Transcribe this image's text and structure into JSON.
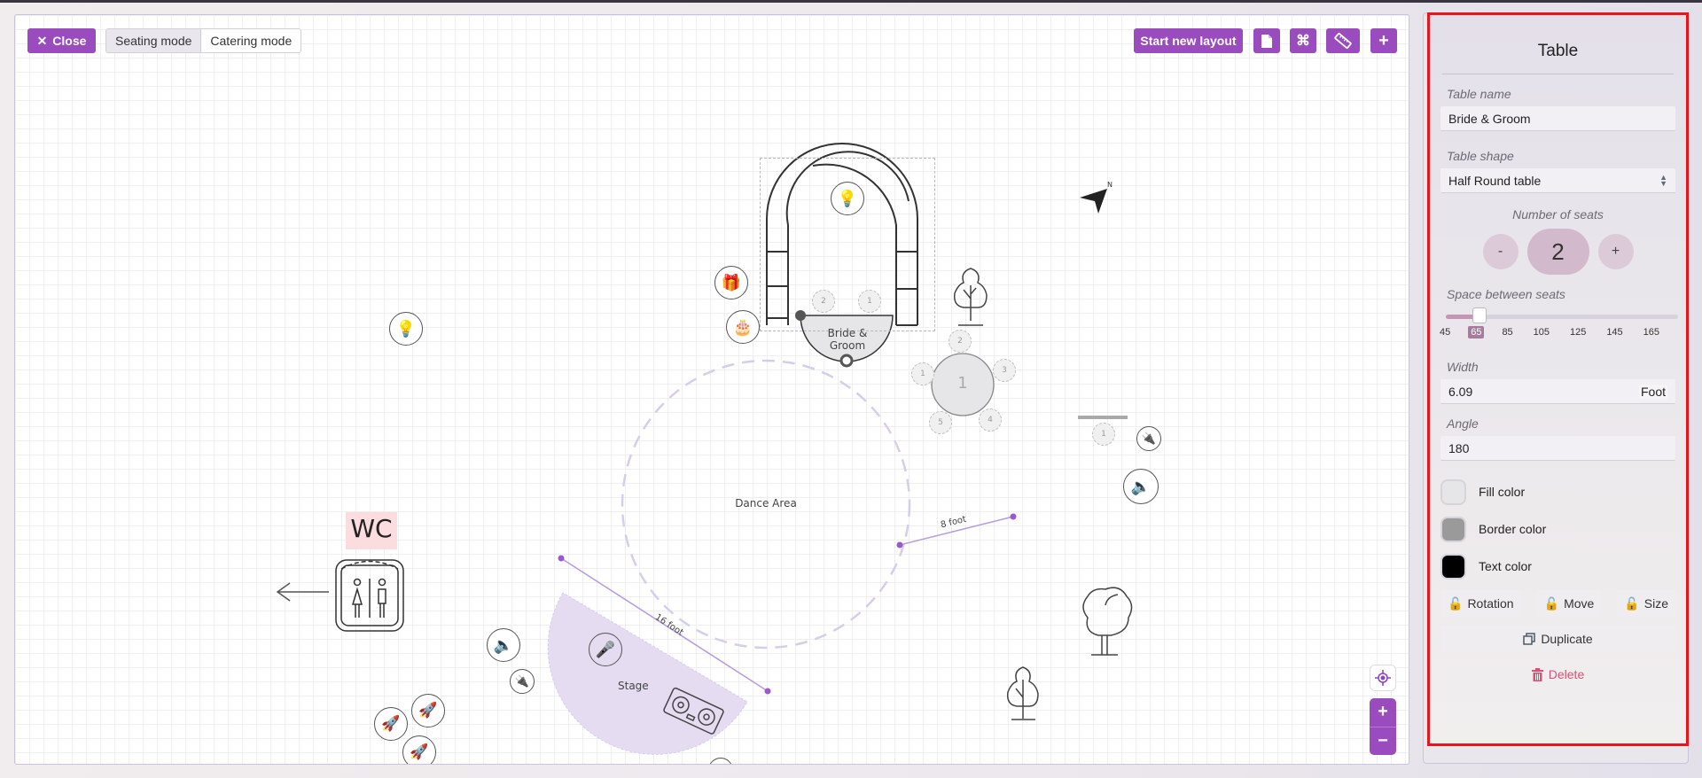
{
  "toolbar": {
    "close_label": "Close",
    "modes": [
      {
        "label": "Seating mode",
        "active": true
      },
      {
        "label": "Catering mode",
        "active": false
      }
    ],
    "start_new_layout_label": "Start new layout",
    "icon_buttons": [
      "file-icon",
      "command-icon",
      "ruler-icon",
      "plus-icon"
    ],
    "accent_color": "#9a4bbd"
  },
  "canvas": {
    "selected_table": {
      "name": "Bride & Groom",
      "seats": [
        "2",
        "1"
      ]
    },
    "round_table": {
      "number": "1",
      "seats": [
        "1",
        "2",
        "3",
        "4",
        "5"
      ]
    },
    "single_seat": {
      "number": "1"
    },
    "dance_area_label": "Dance Area",
    "stage_label": "Stage",
    "measurements": [
      {
        "label": "16 foot"
      },
      {
        "label": "8 foot"
      }
    ],
    "wc_label": "WC",
    "zoom_in": "+",
    "zoom_out": "−"
  },
  "panel": {
    "title": "Table",
    "table_name_label": "Table name",
    "table_name_value": "Bride & Groom",
    "table_shape_label": "Table shape",
    "table_shape_value": "Half Round table",
    "seats_label": "Number of seats",
    "seats_minus": "-",
    "seats_value": "2",
    "seats_plus": "+",
    "spacing_label": "Space between seats",
    "spacing_ticks": [
      "45",
      "65",
      "85",
      "105",
      "125",
      "145",
      "165"
    ],
    "spacing_selected": "65",
    "width_label": "Width",
    "width_value": "6.09",
    "width_unit": "Foot",
    "angle_label": "Angle",
    "angle_value": "180",
    "colors": [
      {
        "label": "Fill color",
        "hex": "#e6e6e9"
      },
      {
        "label": "Border color",
        "hex": "#9a9a9a"
      },
      {
        "label": "Text color",
        "hex": "#000000"
      }
    ],
    "locks": [
      {
        "label": "Rotation"
      },
      {
        "label": "Move"
      },
      {
        "label": "Size"
      }
    ],
    "duplicate_label": "Duplicate",
    "delete_label": "Delete",
    "delete_color": "#e04e76"
  }
}
